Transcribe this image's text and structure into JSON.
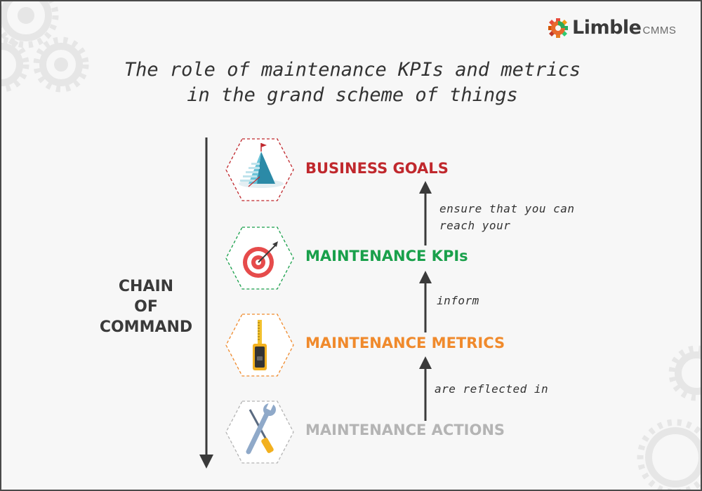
{
  "brand": {
    "name": "Limble",
    "suffix": "CMMS"
  },
  "title": {
    "line1": "The role of maintenance KPIs and metrics",
    "line2": "in the grand scheme of things"
  },
  "chain": {
    "line1": "CHAIN",
    "line2": "OF",
    "line3": "COMMAND"
  },
  "levels": [
    {
      "label": "BUSINESS GOALS",
      "color": "#c0282d",
      "icon": "mountain-flag-icon"
    },
    {
      "label": "MAINTENANCE KPIs",
      "color": "#19a04b",
      "icon": "target-icon"
    },
    {
      "label": "MAINTENANCE METRICS",
      "color": "#f08a2c",
      "icon": "tape-measure-icon"
    },
    {
      "label": "MAINTENANCE ACTIONS",
      "color": "#b4b4b4",
      "icon": "wrench-screwdriver-icon"
    }
  ],
  "connectors": [
    {
      "line1": "ensure that you can",
      "line2": "reach your"
    },
    {
      "line1": "inform"
    },
    {
      "line1": "are reflected in"
    }
  ],
  "colors": {
    "arrow": "#3a3a3a",
    "text": "#333333",
    "background": "#f7f7f7"
  }
}
